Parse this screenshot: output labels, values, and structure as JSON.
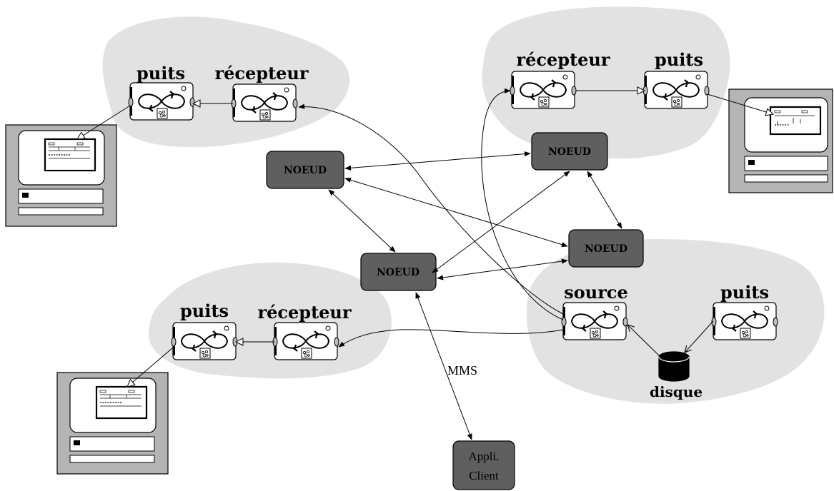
{
  "labels": {
    "puits": "puits",
    "recepteur": "récepteur",
    "source": "source",
    "disque": "disque",
    "noeud": "NOEUD",
    "mms": "MMS",
    "client_line1": "Appli.",
    "client_line2": "Client"
  },
  "colors": {
    "cloud": "#e2e2e2",
    "node_fill": "#5f5f5f",
    "monitor_frame": "#b4b4b4",
    "line": "#000000"
  }
}
